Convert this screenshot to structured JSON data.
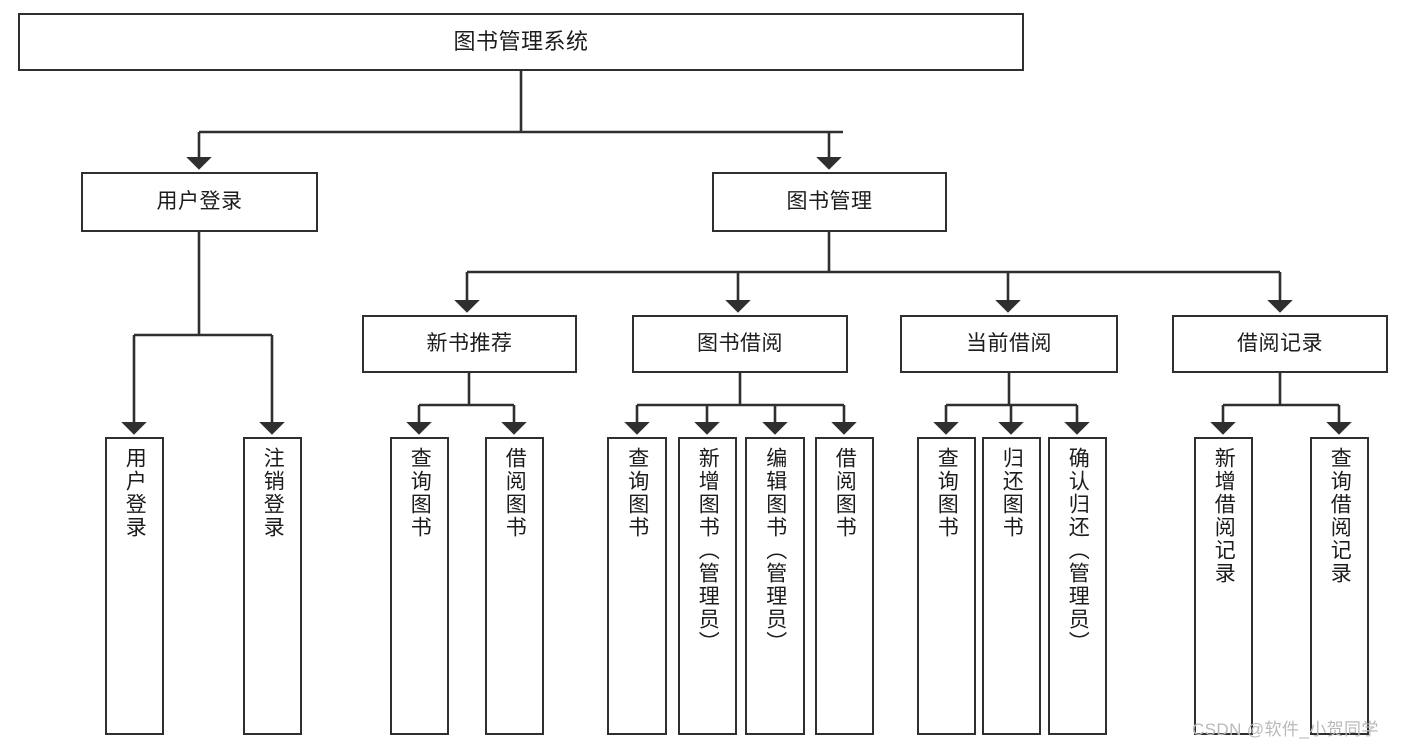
{
  "diagram": {
    "title": "图书管理系统",
    "watermark": "CSDN @软件_小贺同学",
    "stroke_color": "#2f2f2f",
    "background_color": "#ffffff",
    "text_color": "#1c1c1c"
  },
  "nodes": {
    "root": {
      "label": "图书管理系统"
    },
    "level2": [
      {
        "label": "用户登录"
      },
      {
        "label": "图书管理"
      }
    ],
    "level3": [
      {
        "label": "新书推荐"
      },
      {
        "label": "图书借阅"
      },
      {
        "label": "当前借阅"
      },
      {
        "label": "借阅记录"
      }
    ],
    "leaves": {
      "user_login": [
        {
          "label": "用户登录"
        },
        {
          "label": "注销登录"
        }
      ],
      "new_book_recommend": [
        {
          "label": "查询图书"
        },
        {
          "label": "借阅图书"
        }
      ],
      "book_borrow": [
        {
          "label": "查询图书"
        },
        {
          "label": "新增图书（管理员）"
        },
        {
          "label": "编辑图书（管理员）"
        },
        {
          "label": "借阅图书"
        }
      ],
      "current_borrow": [
        {
          "label": "查询图书"
        },
        {
          "label": "归还图书"
        },
        {
          "label": "确认归还（管理员）"
        }
      ],
      "borrow_record": [
        {
          "label": "新增借阅记录"
        },
        {
          "label": "查询借阅记录"
        }
      ]
    }
  }
}
